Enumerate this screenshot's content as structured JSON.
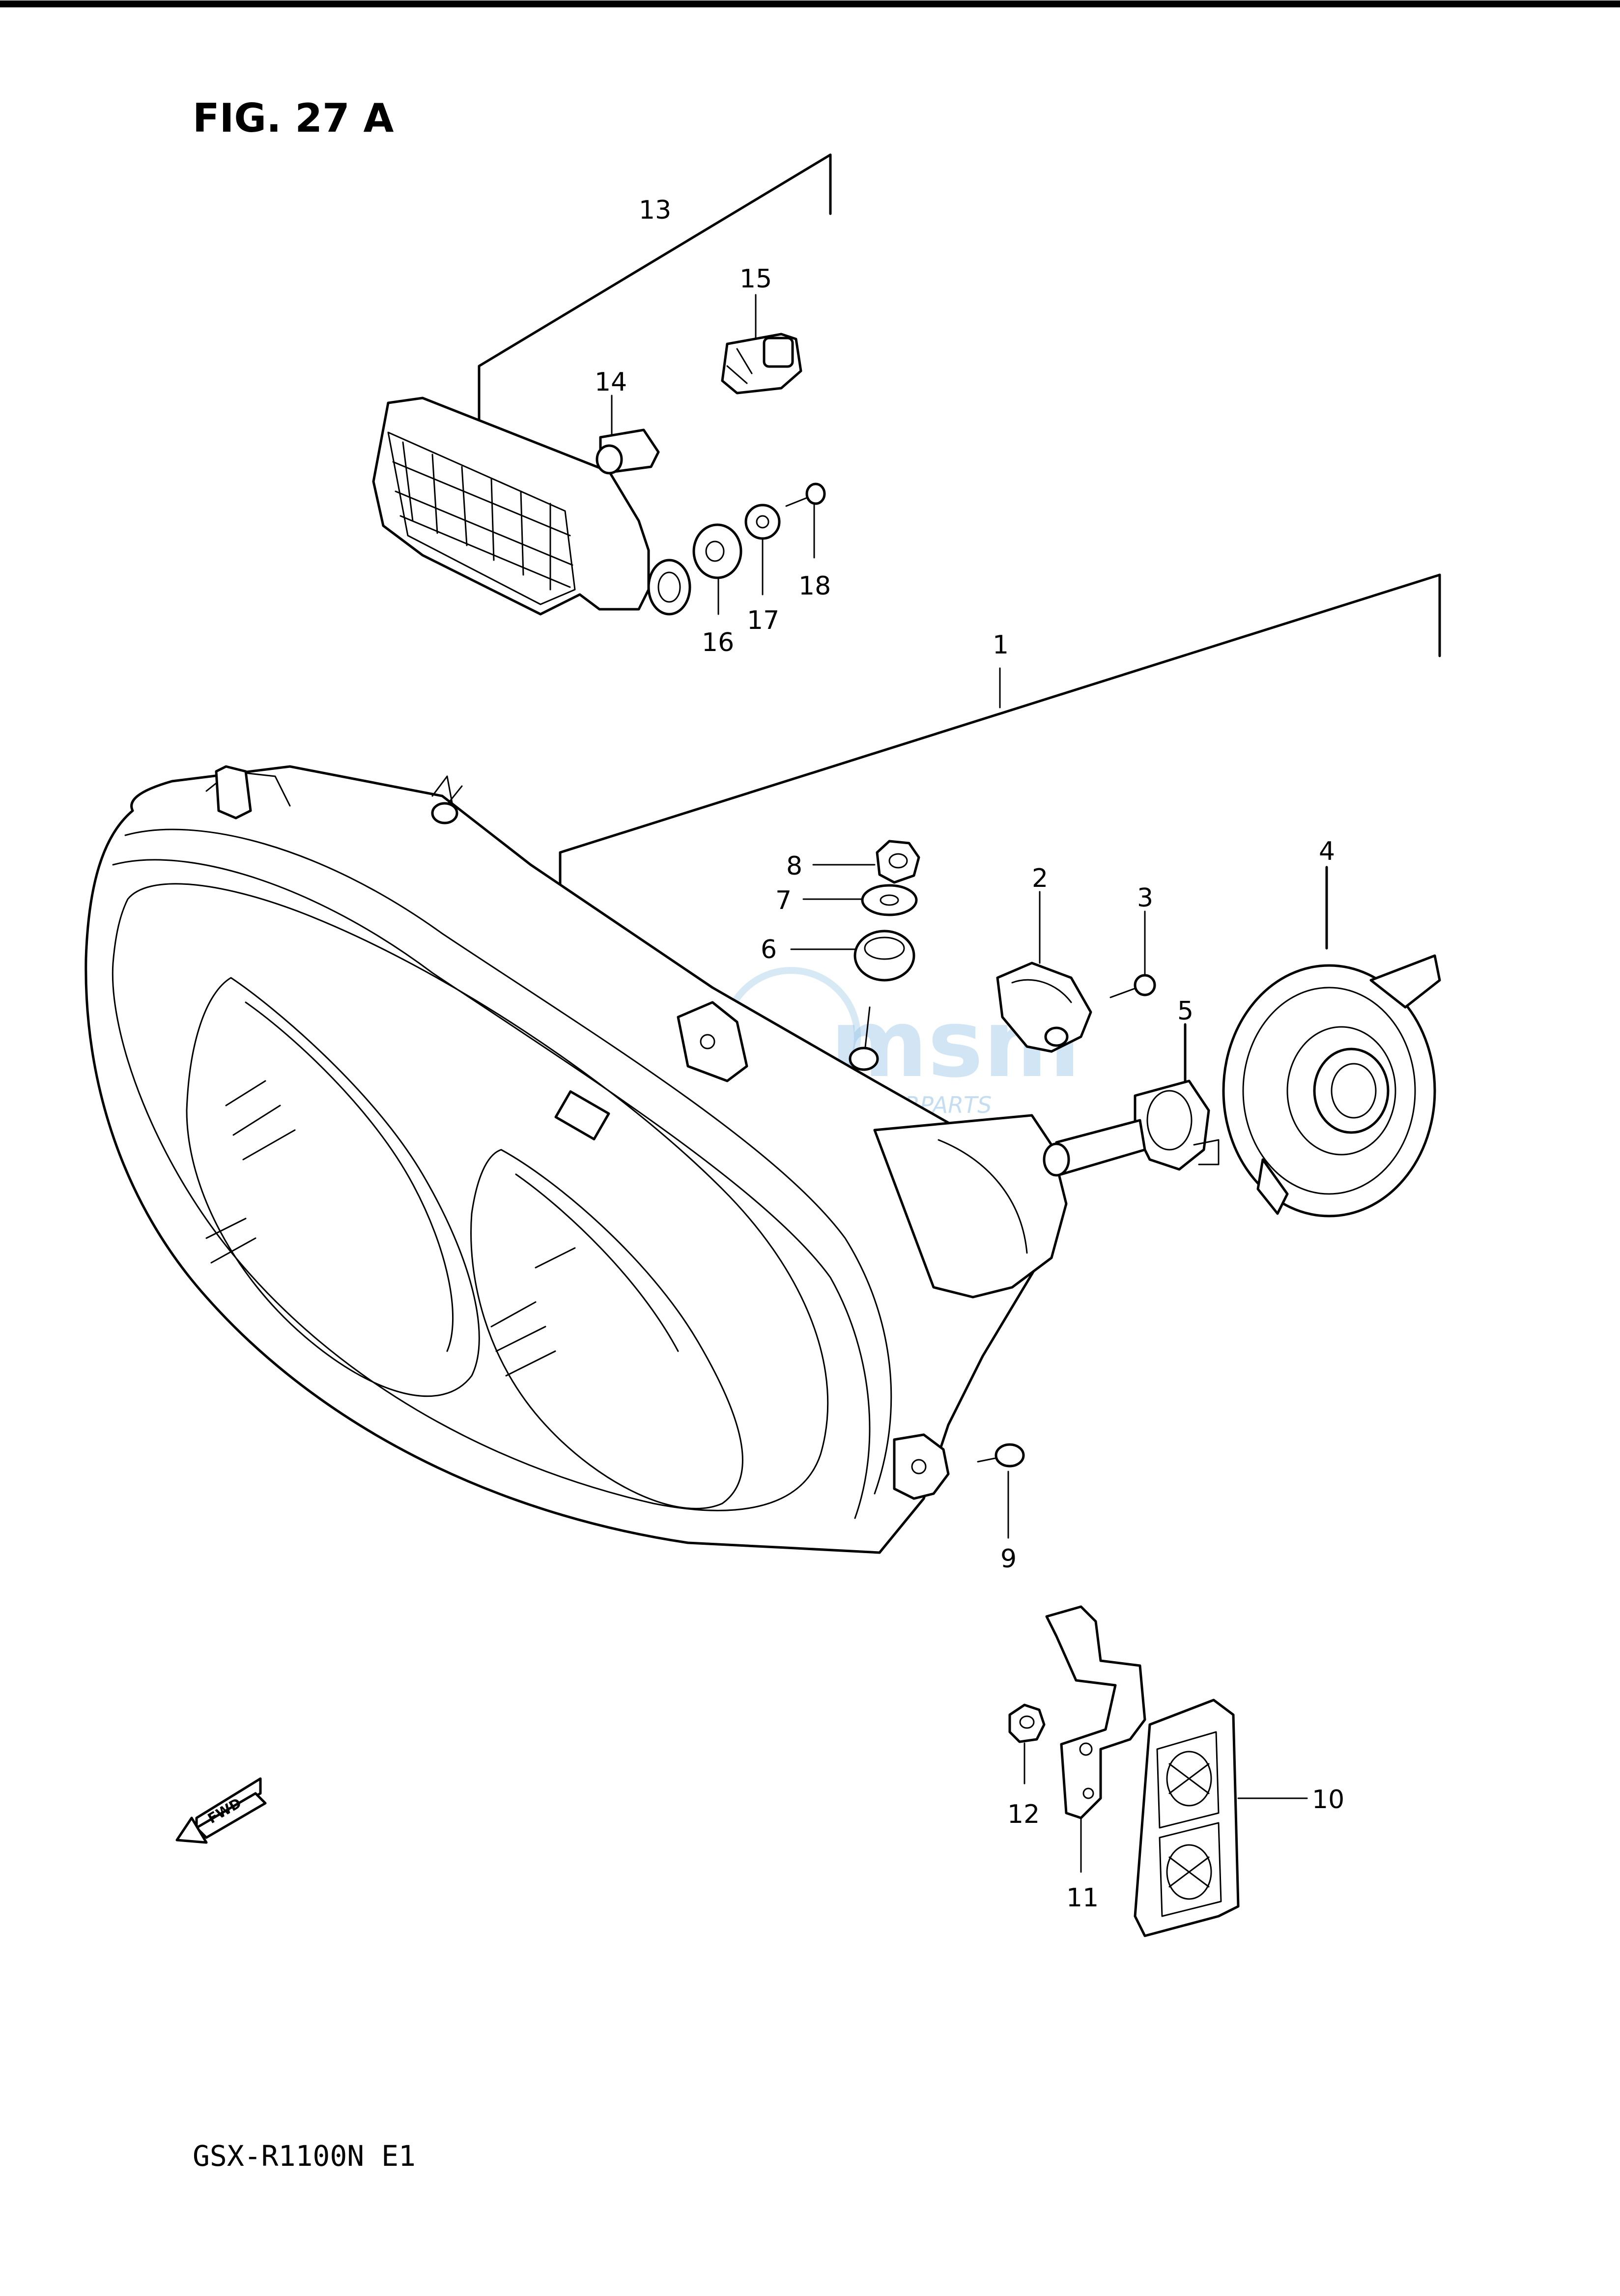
{
  "figure": {
    "title": "FIG. 27 A",
    "model": "GSX-R1100N E1"
  },
  "direction_marker": "FWD",
  "watermark": {
    "brand": "msm",
    "sub": "MOTORPARTS"
  },
  "callouts": [
    "1",
    "2",
    "3",
    "4",
    "5",
    "6",
    "7",
    "8",
    "9",
    "10",
    "11",
    "12",
    "13",
    "14",
    "15",
    "16",
    "17",
    "18"
  ]
}
